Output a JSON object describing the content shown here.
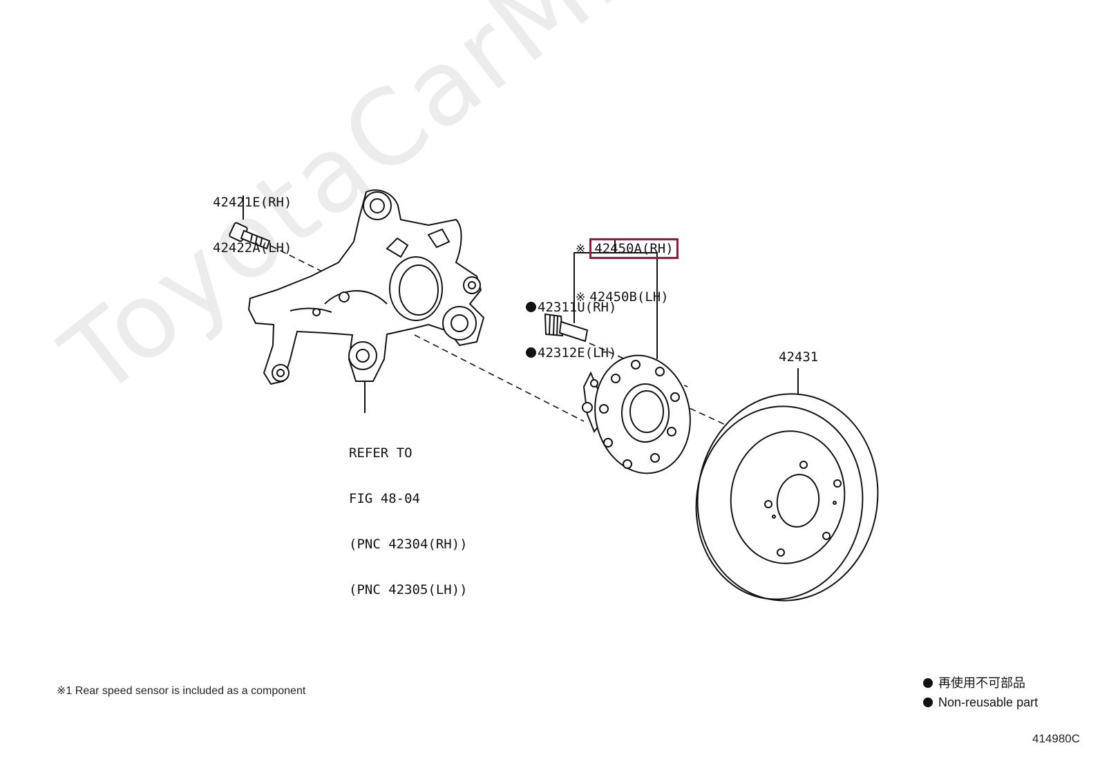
{
  "watermark": "ToyotaCarMine.ru",
  "parts": {
    "bolt_rh": "42421E(RH)",
    "bolt_lh": "42422A(LH)",
    "hub_mark": "※",
    "hub_rh": "42450A(RH)",
    "hub_lh": "42450B(LH)",
    "stud_rh": "42311U(RH)",
    "stud_lh": "42312E(LH)",
    "disc": "42431"
  },
  "refer": {
    "line1": "REFER TO",
    "line2": "FIG 48-04",
    "line3": "(PNC 42304(RH))",
    "line4": "(PNC 42305(LH))"
  },
  "footnote": "※1 Rear speed sensor is included as a component",
  "legend": {
    "jp": "再使用不可部品",
    "en": "Non-reusable part"
  },
  "figure_id": "414980C",
  "colors": {
    "highlight": "#a0153e",
    "line": "#111111",
    "watermark": "#ececec"
  }
}
